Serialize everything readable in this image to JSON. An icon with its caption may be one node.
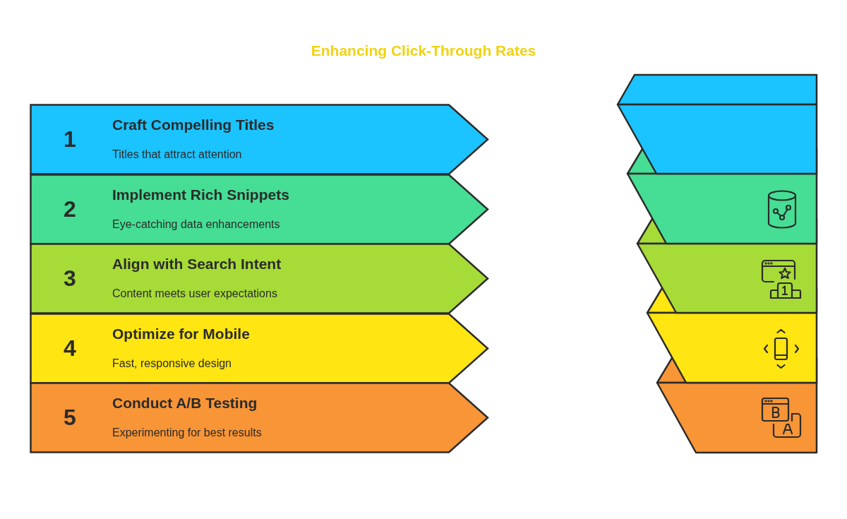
{
  "diagram": {
    "title": "Enhancing Click-Through Rates",
    "nodes": [
      {
        "text": [
          "1",
          "Craft Compelling Titles",
          "Titles that attract attention"
        ]
      },
      {
        "text": [
          "2",
          "Implement Rich Snippets",
          "Eye-catching data enhancements"
        ]
      },
      {
        "text": [
          "3",
          "Align with Search Intent",
          "Content meets user expectations"
        ]
      },
      {
        "text": [
          "4",
          "Optimize for Mobile",
          "Fast, responsive design"
        ]
      },
      {
        "text": [
          "5",
          "Conduct A/B Testing",
          "Experimenting for best results"
        ]
      }
    ]
  }
}
